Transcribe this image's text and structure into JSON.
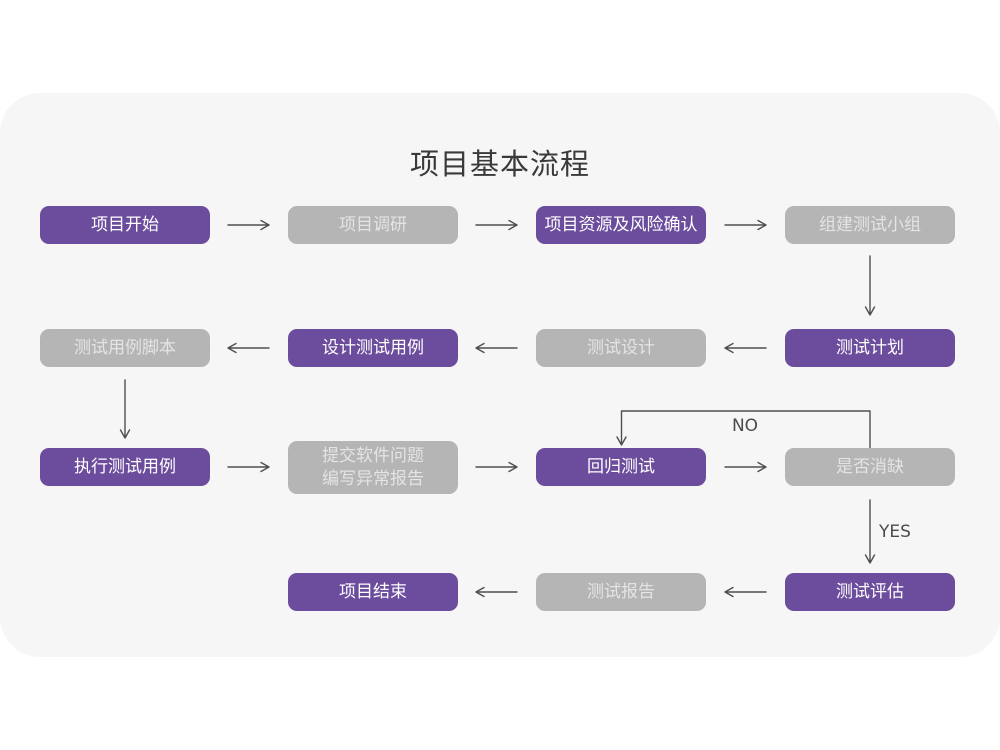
{
  "title": "项目基本流程",
  "colors": {
    "purple": "#6C4C9D",
    "gray_box": "#B5B5B5",
    "card_bg": "#F6F6F6",
    "arrow": "#4F4F4F",
    "page_bg": "#FFFFFF",
    "title_color": "#3A3A3A"
  },
  "nodes": [
    {
      "id": "project-start",
      "label": "项目开始",
      "variant": "purple"
    },
    {
      "id": "project-research",
      "label": "项目调研",
      "variant": "gray"
    },
    {
      "id": "resources-risk",
      "label": "项目资源及风险确认",
      "variant": "purple"
    },
    {
      "id": "form-test-team",
      "label": "组建测试小组",
      "variant": "gray"
    },
    {
      "id": "test-plan",
      "label": "测试计划",
      "variant": "purple"
    },
    {
      "id": "test-design",
      "label": "测试设计",
      "variant": "gray"
    },
    {
      "id": "design-test-cases",
      "label": "设计测试用例",
      "variant": "purple"
    },
    {
      "id": "test-case-script",
      "label": "测试用例脚本",
      "variant": "gray"
    },
    {
      "id": "execute-test-cases",
      "label": "执行测试用例",
      "variant": "purple"
    },
    {
      "id": "submit-issue-report",
      "label": "提交软件问题\n编写异常报告",
      "variant": "gray"
    },
    {
      "id": "regression-test",
      "label": "回归测试",
      "variant": "purple"
    },
    {
      "id": "defect-cleared",
      "label": "是否消缺",
      "variant": "gray"
    },
    {
      "id": "test-evaluation",
      "label": "测试评估",
      "variant": "purple"
    },
    {
      "id": "test-report",
      "label": "测试报告",
      "variant": "gray"
    },
    {
      "id": "project-end",
      "label": "项目结束",
      "variant": "purple"
    }
  ],
  "edge_labels": {
    "no": "NO",
    "yes": "YES"
  }
}
